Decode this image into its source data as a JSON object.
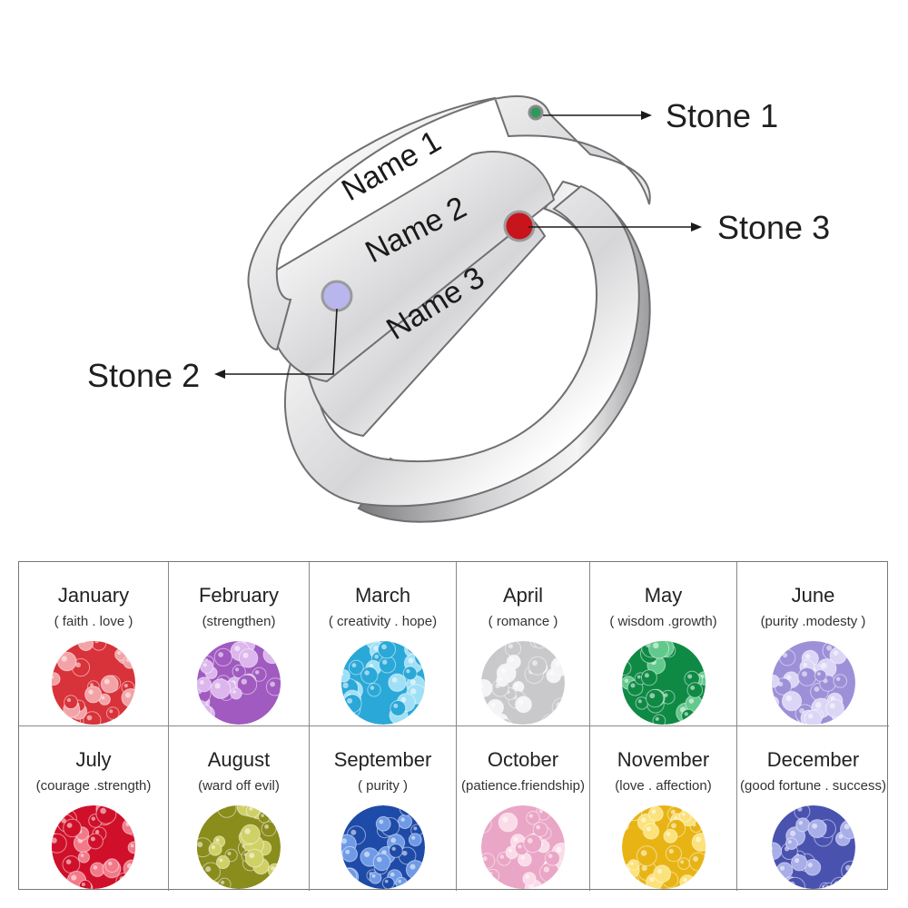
{
  "callouts": {
    "stone_1": "Stone 1",
    "stone_2": "Stone 2",
    "stone_3": "Stone 3"
  },
  "ring": {
    "band_1": "Name 1",
    "band_2": "Name 2",
    "band_3": "Name 3",
    "stone_colors": {
      "stone_1": "#2e9a5a",
      "stone_2": "#b9b6ee",
      "stone_3": "#c8141c"
    }
  },
  "birthstones": [
    {
      "month": "January",
      "meaning": "( faith . love )",
      "color": "#d8323a",
      "light": "#f3a3a6"
    },
    {
      "month": "February",
      "meaning": "(strengthen)",
      "color": "#a05ac0",
      "light": "#dcb6ec"
    },
    {
      "month": "March",
      "meaning": "( creativity . hope)",
      "color": "#2aa8d8",
      "light": "#9fe0f6"
    },
    {
      "month": "April",
      "meaning": "( romance )",
      "color": "#c9c9cc",
      "light": "#f4f4f6"
    },
    {
      "month": "May",
      "meaning": "( wisdom .growth)",
      "color": "#0f8a45",
      "light": "#62c98c"
    },
    {
      "month": "June",
      "meaning": "(purity .modesty )",
      "color": "#9d90d8",
      "light": "#dcd6f6"
    },
    {
      "month": "July",
      "meaning": "(courage .strength)",
      "color": "#d0102a",
      "light": "#f27a88"
    },
    {
      "month": "August",
      "meaning": "(ward off evil)",
      "color": "#8a8c1c",
      "light": "#cfd066"
    },
    {
      "month": "September",
      "meaning": "( purity )",
      "color": "#1e4aa8",
      "light": "#6f9ae6"
    },
    {
      "month": "October",
      "meaning": "(patience.friendship)",
      "color": "#eaa6c6",
      "light": "#fadce9"
    },
    {
      "month": "November",
      "meaning": "(love . affection)",
      "color": "#e8b414",
      "light": "#fbe27a"
    },
    {
      "month": "December",
      "meaning": "(good fortune . success)",
      "color": "#4a52b0",
      "light": "#a8aee8"
    }
  ]
}
